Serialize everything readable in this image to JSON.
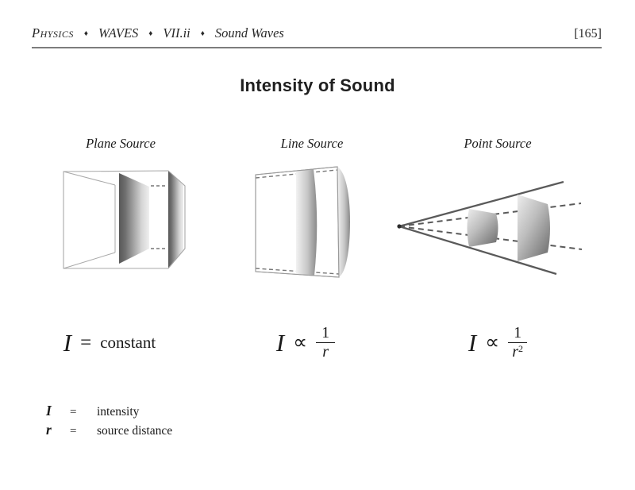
{
  "colors": {
    "ink": "#1a1a1a",
    "header_ink": "#2a2a2a",
    "rule_gray": "#7d7d7d",
    "line_gray": "#9a9a9a",
    "cone_gray": "#555555",
    "panel_dark": "#585858",
    "panel_light": "#efefef"
  },
  "header": {
    "breadcrumb": [
      "Physics",
      "WAVES",
      "VII.ii",
      "Sound Waves"
    ],
    "separator": "♦",
    "page_number": "[165]"
  },
  "title": "Intensity of Sound",
  "figures": [
    {
      "label": "Plane Source",
      "formula": {
        "symbol": "I",
        "relation": "=",
        "value": "constant"
      }
    },
    {
      "label": "Line Source",
      "formula": {
        "symbol": "I",
        "relation": "∝",
        "numerator": "1",
        "denominator": "r",
        "exponent": ""
      }
    },
    {
      "label": "Point Source",
      "formula": {
        "symbol": "I",
        "relation": "∝",
        "numerator": "1",
        "denominator": "r",
        "exponent": "2"
      }
    }
  ],
  "legend": [
    {
      "symbol": "I",
      "relation": "=",
      "definition": "intensity"
    },
    {
      "symbol": "r",
      "relation": "=",
      "definition": "source distance"
    }
  ]
}
